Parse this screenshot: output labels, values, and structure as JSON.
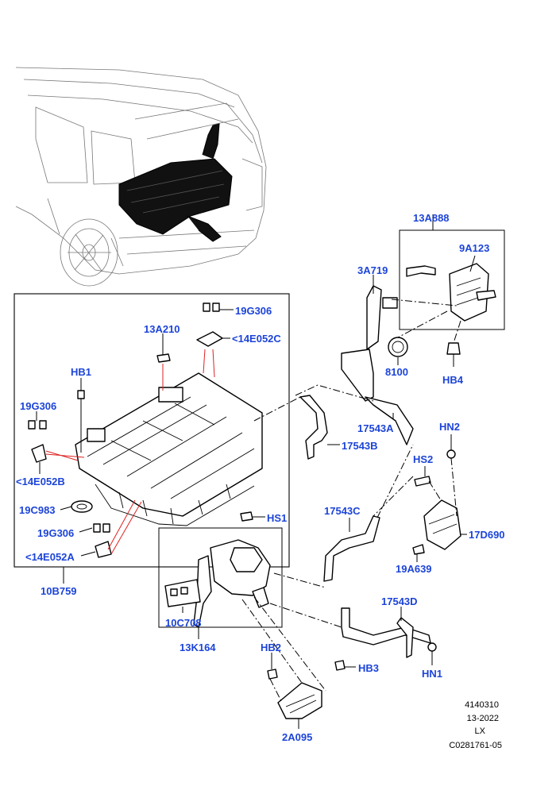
{
  "callouts": {
    "c13A888": "13A888",
    "c9A123": "9A123",
    "c3A719": "3A719",
    "c8100": "8100",
    "cHB4": "HB4",
    "c19G306a": "19G306",
    "c13A210": "13A210",
    "c14E052Ca": "<14E052C",
    "cHB1": "HB1",
    "c19G306b": "19G306",
    "c17543A": "17543A",
    "c17543B": "17543B",
    "cHN2": "HN2",
    "cHS2": "HS2",
    "c14E052B": "<14E052B",
    "c19C983": "19C983",
    "c17543C": "17543C",
    "cHS1": "HS1",
    "c17D690": "17D690",
    "c19G306c": "19G306",
    "c14E052A": "<14E052A",
    "c19A639": "19A639",
    "c10B759": "10B759",
    "c10C708": "10C708",
    "c17543D": "17543D",
    "c13K164": "13K164",
    "cHB2": "HB2",
    "cHB3": "HB3",
    "cHN1": "HN1",
    "c2A095": "2A095"
  },
  "reference": {
    "line1": "4140310",
    "line2": "13-2022",
    "line3": "LX",
    "line4": "C0281761-05"
  },
  "colors": {
    "callout": "#1c44d8",
    "line": "#000000",
    "background": "#ffffff"
  }
}
